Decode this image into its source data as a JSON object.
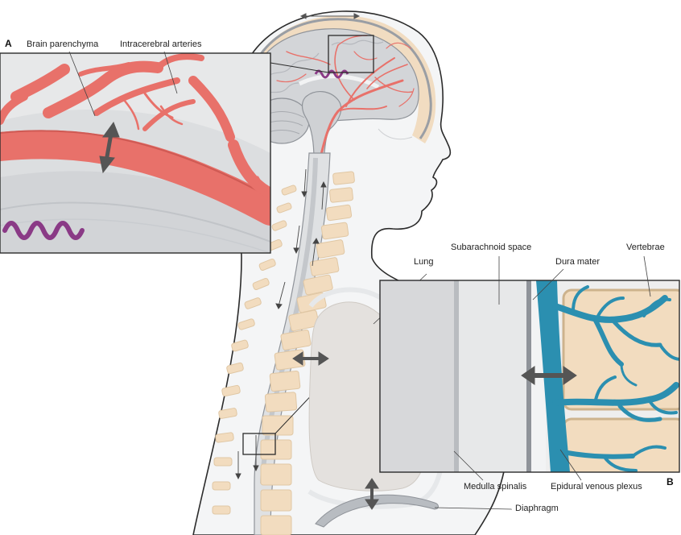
{
  "panels": {
    "a": {
      "letter": "A"
    },
    "b": {
      "letter": "B"
    }
  },
  "labels": {
    "brain_parenchyma": "Brain parenchyma",
    "intracerebral_arteries": "Intracerebral arteries",
    "lung": "Lung",
    "subarachnoid_space": "Subarachnoid space",
    "dura_mater": "Dura mater",
    "vertebrae": "Vertebrae",
    "medulla_spinalis": "Medulla spinalis",
    "epidural_venous_plexus": "Epidural venous plexus",
    "diaphragm": "Diaphragm"
  },
  "colors": {
    "skin": "#f3f4f5",
    "outline": "#2b2b2b",
    "bone": "#f2dcbf",
    "brain": "#d3d5d8",
    "artery": "#e8716a",
    "artery_dark": "#c54f4a",
    "vein": "#2b8fb0",
    "plexus": "#8a3a86",
    "csf": "#9a9ea4",
    "lung": "#e4e1de"
  }
}
